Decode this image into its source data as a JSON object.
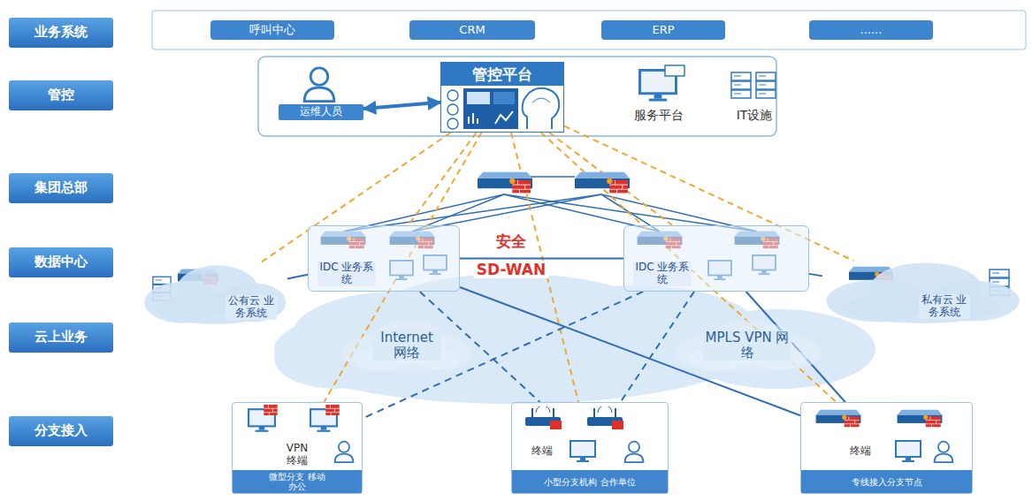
{
  "diagram": {
    "nodes": [
      {
        "text": [
          "业务系统"
        ]
      },
      {
        "text": [
          "管控"
        ]
      },
      {
        "text": [
          "集团总部"
        ]
      },
      {
        "text": [
          "数据中心"
        ]
      },
      {
        "text": [
          "云上业务"
        ]
      },
      {
        "text": [
          "分支接入"
        ]
      },
      {
        "text": [
          "呼叫中心"
        ]
      },
      {
        "text": [
          "CRM"
        ]
      },
      {
        "text": [
          "ERP"
        ]
      },
      {
        "text": [
          "......"
        ]
      },
      {
        "text": [
          "管控平台"
        ]
      },
      {
        "text": [
          "运维人员"
        ]
      },
      {
        "text": [
          "IDC 业务系统"
        ]
      },
      {
        "text": [
          "IDC 业务系统"
        ]
      },
      {
        "text": [
          "公有云 业务系统"
        ]
      },
      {
        "text": [
          "私有云 业务系统"
        ]
      },
      {
        "text": [
          "Internet 网络"
        ]
      },
      {
        "text": [
          "MPLS VPN 网络"
        ]
      },
      {
        "text": [
          "VPN 终端",
          "微型分支 移动办公"
        ]
      },
      {
        "text": [
          "终端",
          "小型分支机构 合作单位"
        ]
      },
      {
        "text": [
          "终端",
          "专线接入分支节点"
        ]
      }
    ],
    "edges": [
      {
        "from": 11,
        "to": 10,
        "arrow": "both"
      },
      {
        "from": 10,
        "to": 12,
        "arrow": "none"
      },
      {
        "from": 10,
        "to": 13,
        "arrow": "none"
      },
      {
        "from": 10,
        "to": 14,
        "arrow": "none"
      },
      {
        "from": 10,
        "to": 15,
        "arrow": "none"
      },
      {
        "from": 10,
        "to": 18,
        "arrow": "none"
      },
      {
        "from": 10,
        "to": 19,
        "arrow": "none"
      },
      {
        "from": 10,
        "to": 20,
        "arrow": "none"
      },
      {
        "from": 12,
        "to": 13,
        "arrow": "none"
      },
      {
        "from": 12,
        "to": 14,
        "arrow": "none"
      },
      {
        "from": 13,
        "to": 15,
        "arrow": "none"
      },
      {
        "from": 12,
        "to": 20,
        "arrow": "none"
      },
      {
        "from": 13,
        "to": 20,
        "arrow": "none"
      },
      {
        "from": 12,
        "to": 19,
        "arrow": "none"
      },
      {
        "from": 13,
        "to": 18,
        "arrow": "none"
      },
      {
        "from": 13,
        "to": 19,
        "arrow": "none"
      }
    ],
    "labels": [
      "服务平台",
      "IT设施",
      "安全",
      "SD-WAN"
    ]
  }
}
